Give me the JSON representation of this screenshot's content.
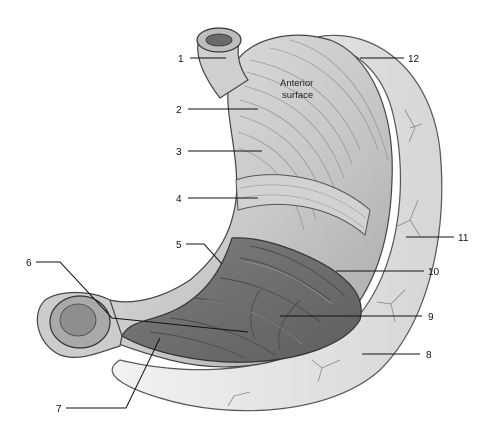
{
  "annotation": {
    "line1": "Anterior",
    "line2": "surface"
  },
  "labels": [
    "1",
    "2",
    "3",
    "4",
    "5",
    "6",
    "7",
    "8",
    "9",
    "10",
    "11",
    "12"
  ]
}
